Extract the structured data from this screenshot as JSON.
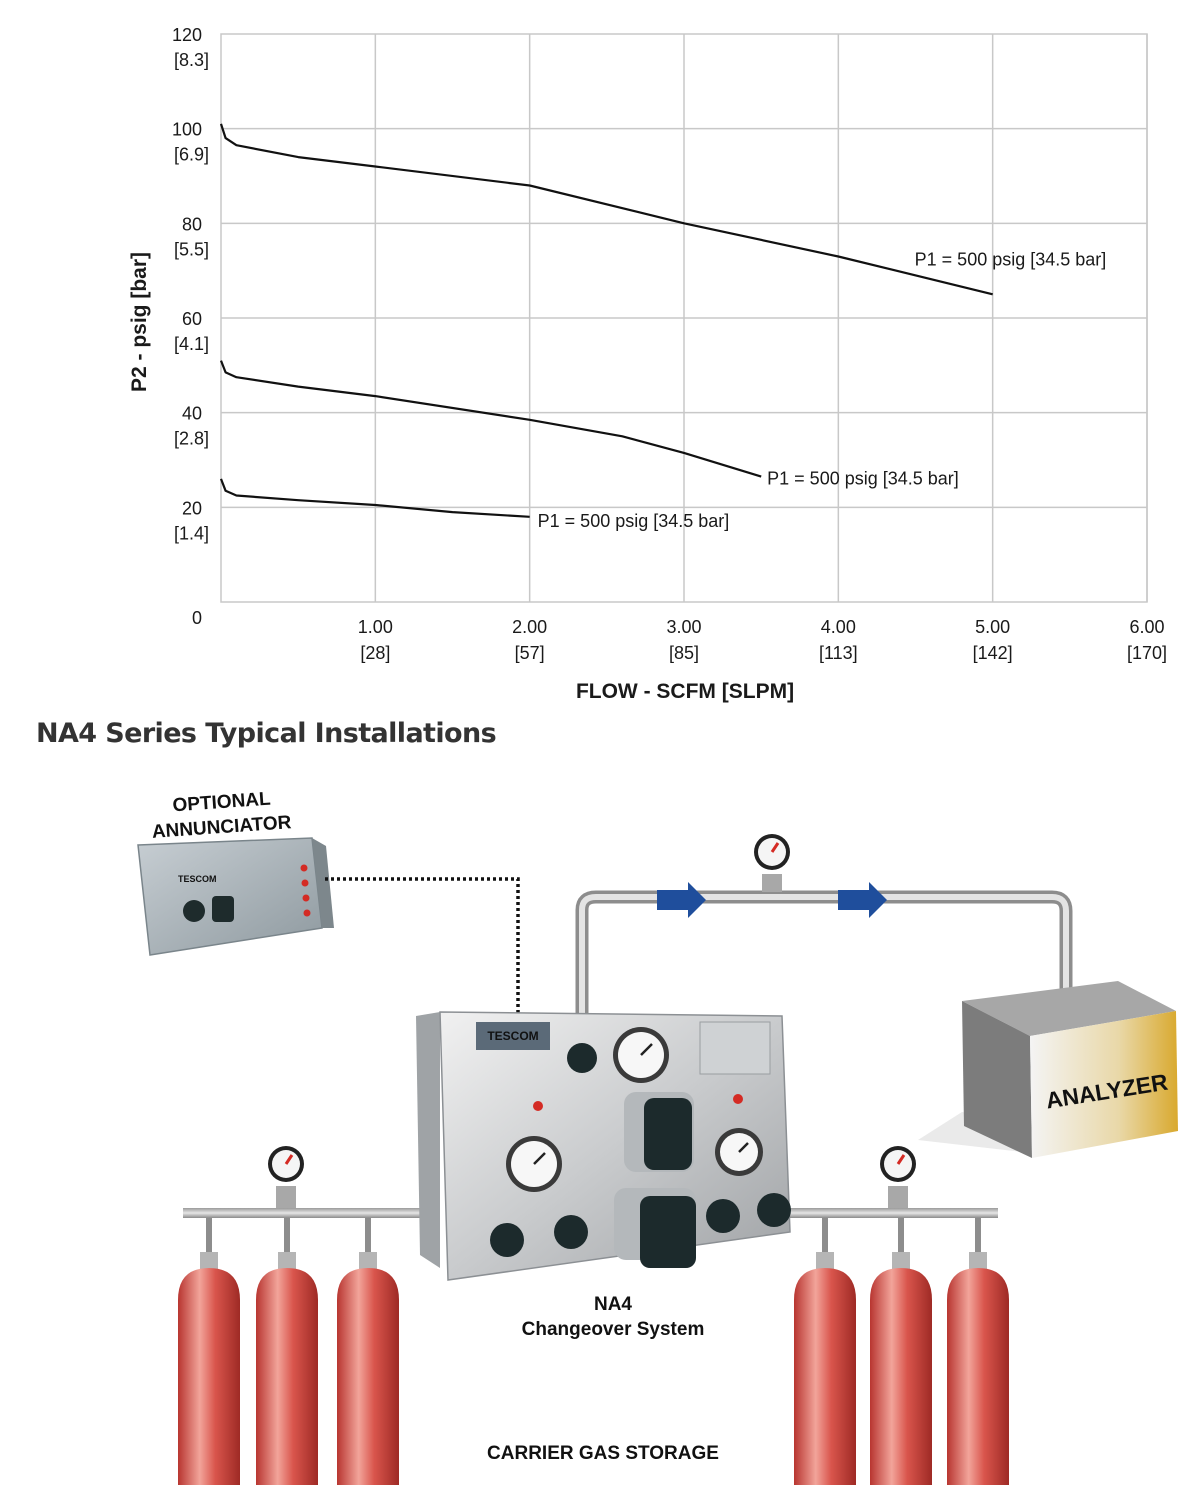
{
  "chart_data": {
    "type": "line",
    "xlabel": "FLOW - SCFM [SLPM]",
    "ylabel": "P2 - psig [bar]",
    "xlim": [
      0,
      6
    ],
    "ylim": [
      0,
      120
    ],
    "grid": true,
    "x_ticks": [
      {
        "value": 1,
        "label": "1.00",
        "sub": "[28]"
      },
      {
        "value": 2,
        "label": "2.00",
        "sub": "[57]"
      },
      {
        "value": 3,
        "label": "3.00",
        "sub": "[85]"
      },
      {
        "value": 4,
        "label": "4.00",
        "sub": "[113]"
      },
      {
        "value": 5,
        "label": "5.00",
        "sub": "[142]"
      },
      {
        "value": 6,
        "label": "6.00",
        "sub": "[170]"
      }
    ],
    "y_ticks": [
      {
        "value": 0,
        "label": "0",
        "sub": ""
      },
      {
        "value": 20,
        "label": "20",
        "sub": "[1.4]"
      },
      {
        "value": 40,
        "label": "40",
        "sub": "[2.8]"
      },
      {
        "value": 60,
        "label": "60",
        "sub": "[4.1]"
      },
      {
        "value": 80,
        "label": "80",
        "sub": "[5.5]"
      },
      {
        "value": 100,
        "label": "100",
        "sub": "[6.9]"
      },
      {
        "value": 120,
        "label": "120",
        "sub": "[8.3]"
      }
    ],
    "series": [
      {
        "name": "P1 = 500 psig [34.5 bar]",
        "points": [
          [
            0,
            101
          ],
          [
            0.03,
            98
          ],
          [
            0.1,
            96.5
          ],
          [
            0.5,
            94
          ],
          [
            1,
            92
          ],
          [
            2,
            88
          ],
          [
            3,
            80
          ],
          [
            4,
            73
          ],
          [
            5,
            65
          ]
        ]
      },
      {
        "name": "P1 = 500 psig [34.5 bar]",
        "points": [
          [
            0,
            51
          ],
          [
            0.03,
            48.5
          ],
          [
            0.1,
            47.5
          ],
          [
            0.5,
            45.5
          ],
          [
            1,
            43.5
          ],
          [
            2,
            38.5
          ],
          [
            2.6,
            35
          ],
          [
            3,
            31.5
          ],
          [
            3.5,
            26.5
          ]
        ]
      },
      {
        "name": "P1 = 500 psig [34.5 bar]",
        "points": [
          [
            0,
            26
          ],
          [
            0.03,
            23.5
          ],
          [
            0.1,
            22.5
          ],
          [
            0.5,
            21.5
          ],
          [
            1,
            20.5
          ],
          [
            1.5,
            19
          ],
          [
            2,
            18
          ]
        ]
      }
    ]
  },
  "installation": {
    "title": "NA4 Series Typical Installations",
    "annunciator_label_line1": "OPTIONAL",
    "annunciator_label_line2": "ANNUNCIATOR",
    "analyzer_label": "ANALYZER",
    "system_label_line1": "NA4",
    "system_label_line2": "Changeover System",
    "storage_label": "CARRIER GAS STORAGE",
    "brand": "TESCOM",
    "flow_arrow_color": "#1f4e9c",
    "cylinder_color": "#c83a34"
  }
}
